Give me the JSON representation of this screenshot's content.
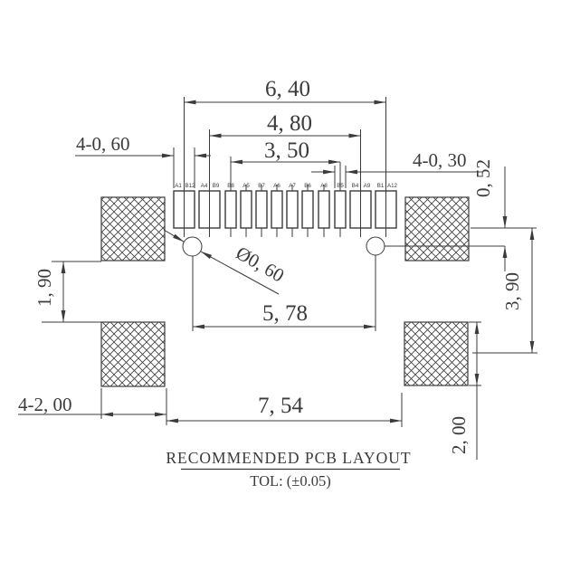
{
  "drawing": {
    "pads": {
      "labels": [
        "A1",
        "B12",
        "A4",
        "B9",
        "B8",
        "A5",
        "B7",
        "A6",
        "A7",
        "B6",
        "A8",
        "B5",
        "B4",
        "A9",
        "B1",
        "A12"
      ]
    },
    "dimensions": {
      "top_span": "6, 40",
      "mid_span": "4, 80",
      "inner_span": "3, 50",
      "wide_pad_width": "4-0, 60",
      "narrow_pad_width": "4-0, 30",
      "pad_to_hole_offset": "0, 52",
      "right_height": "3, 90",
      "left_gap": "1, 90",
      "hole_diameter": "Ø0, 60",
      "hole_span": "5, 78",
      "corner_pad_size": "4-2, 00",
      "bottom_span": "7, 54",
      "corner_pad_height": "2, 00"
    },
    "footer": {
      "title": "RECOMMENDED PCB LAYOUT",
      "tolerance": "TOL: (±0.05)"
    },
    "colors": {
      "line": "#3b3b3b",
      "background": "#ffffff"
    }
  }
}
